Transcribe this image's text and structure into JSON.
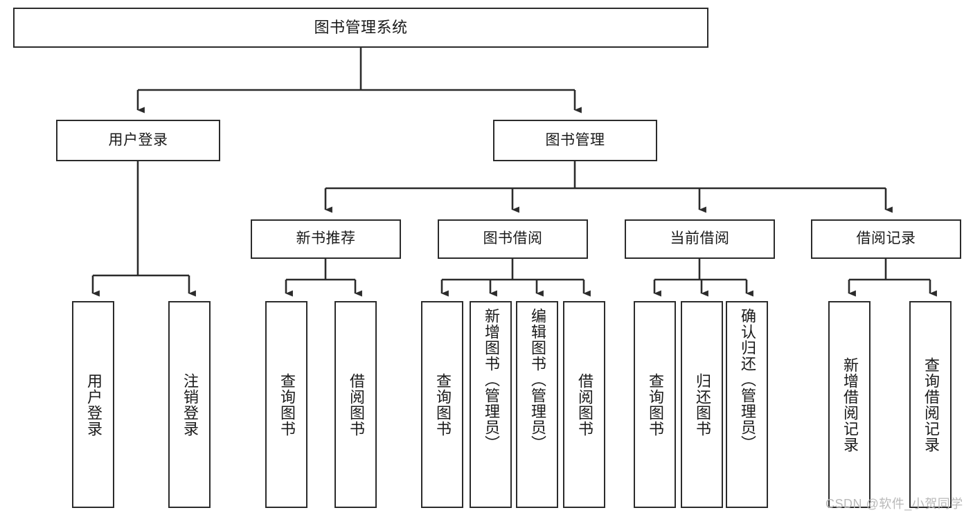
{
  "diagram": {
    "type": "hierarchy-tree",
    "title": "图书管理系统",
    "watermark": "CSDN @软件_小贺同学",
    "colors": {
      "stroke": "#2b2b2b",
      "fill": "#ffffff",
      "text": "#1a1a1a",
      "watermark": "#b9b9b9"
    },
    "levels": {
      "level0": [
        {
          "id": "root",
          "label": "图书管理系统",
          "orientation": "horizontal"
        }
      ],
      "level1": [
        {
          "id": "user-login",
          "label": "用户登录",
          "orientation": "horizontal"
        },
        {
          "id": "book-manage",
          "label": "图书管理",
          "orientation": "horizontal"
        }
      ],
      "level2": [
        {
          "id": "new-book-recommend",
          "label": "新书推荐",
          "orientation": "horizontal",
          "parent": "book-manage"
        },
        {
          "id": "book-borrow",
          "label": "图书借阅",
          "orientation": "horizontal",
          "parent": "book-manage"
        },
        {
          "id": "current-borrow",
          "label": "当前借阅",
          "orientation": "horizontal",
          "parent": "book-manage"
        },
        {
          "id": "borrow-record",
          "label": "借阅记录",
          "orientation": "horizontal",
          "parent": "book-manage"
        }
      ],
      "level3": [
        {
          "id": "leaf-user-login",
          "label": "用户登录",
          "orientation": "vertical",
          "parent": "user-login"
        },
        {
          "id": "leaf-logout-login",
          "label": "注销登录",
          "orientation": "vertical",
          "parent": "user-login"
        },
        {
          "id": "leaf-query-book-1",
          "label": "查询图书",
          "orientation": "vertical",
          "parent": "new-book-recommend"
        },
        {
          "id": "leaf-borrow-book-1",
          "label": "借阅图书",
          "orientation": "vertical",
          "parent": "new-book-recommend"
        },
        {
          "id": "leaf-query-book-2",
          "label": "查询图书",
          "orientation": "vertical",
          "parent": "book-borrow"
        },
        {
          "id": "leaf-add-book",
          "label": "新增图书（管理员）",
          "orientation": "vertical",
          "parent": "book-borrow"
        },
        {
          "id": "leaf-edit-book",
          "label": "编辑图书（管理员）",
          "orientation": "vertical",
          "parent": "book-borrow"
        },
        {
          "id": "leaf-borrow-book-2",
          "label": "借阅图书",
          "orientation": "vertical",
          "parent": "book-borrow"
        },
        {
          "id": "leaf-query-book-3",
          "label": "查询图书",
          "orientation": "vertical",
          "parent": "current-borrow"
        },
        {
          "id": "leaf-return-book",
          "label": "归还图书",
          "orientation": "vertical",
          "parent": "current-borrow"
        },
        {
          "id": "leaf-confirm-return",
          "label": "确认归还（管理员）",
          "orientation": "vertical",
          "parent": "current-borrow"
        },
        {
          "id": "leaf-add-record",
          "label": "新增借阅记录",
          "orientation": "vertical",
          "parent": "borrow-record"
        },
        {
          "id": "leaf-query-record",
          "label": "查询借阅记录",
          "orientation": "vertical",
          "parent": "borrow-record"
        }
      ]
    }
  }
}
